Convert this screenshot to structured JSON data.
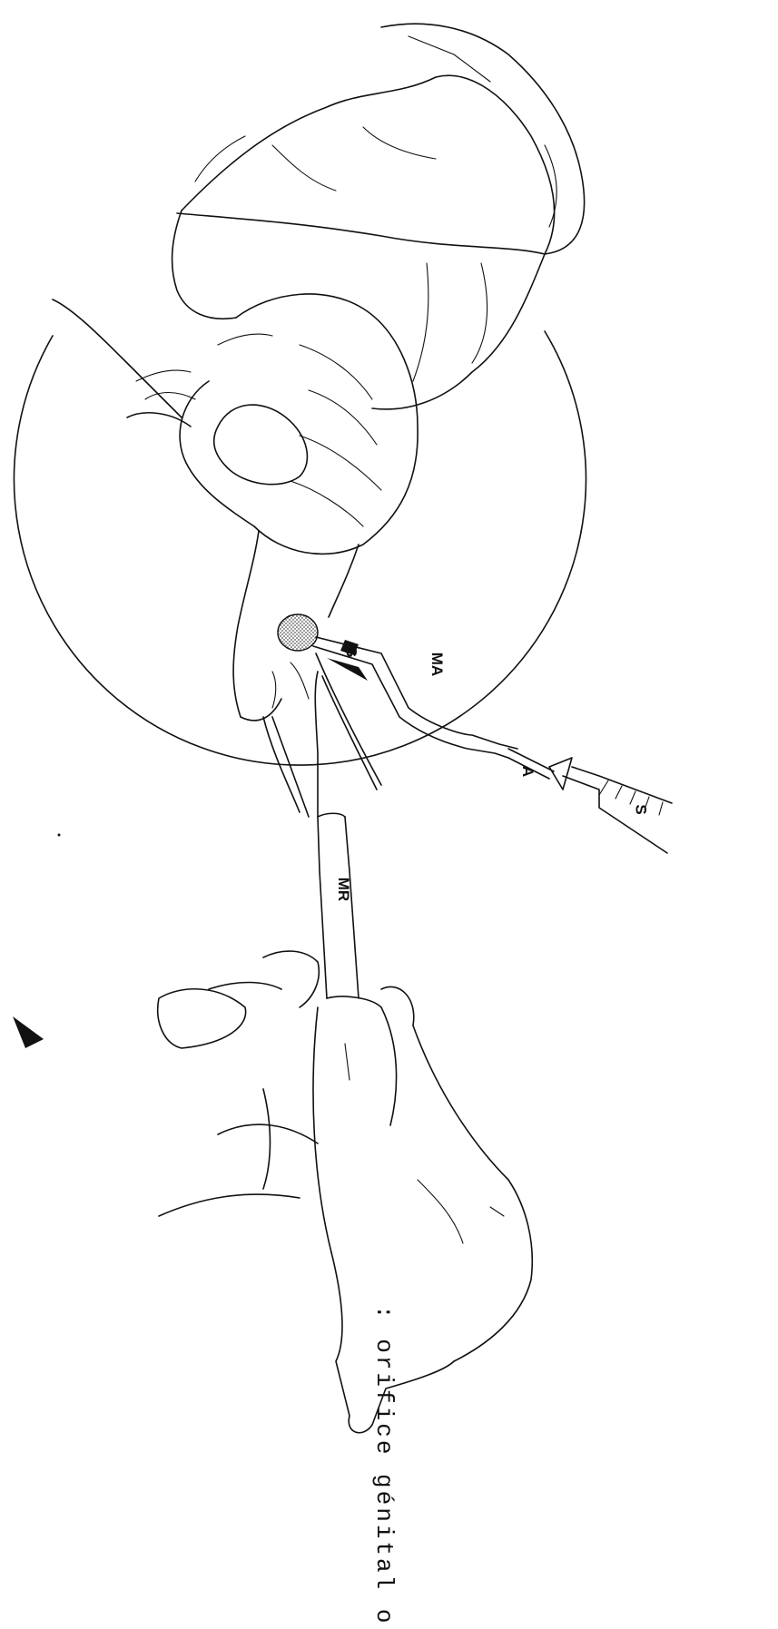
{
  "labels": {
    "ma": "MA",
    "g": "G",
    "a": "A",
    "s": "S",
    "mr": "MR"
  },
  "legend": {
    "text": ": orifice génital o"
  },
  "colors": {
    "ink": "#111111",
    "paper": "#ffffff",
    "stipple": "#555555"
  }
}
